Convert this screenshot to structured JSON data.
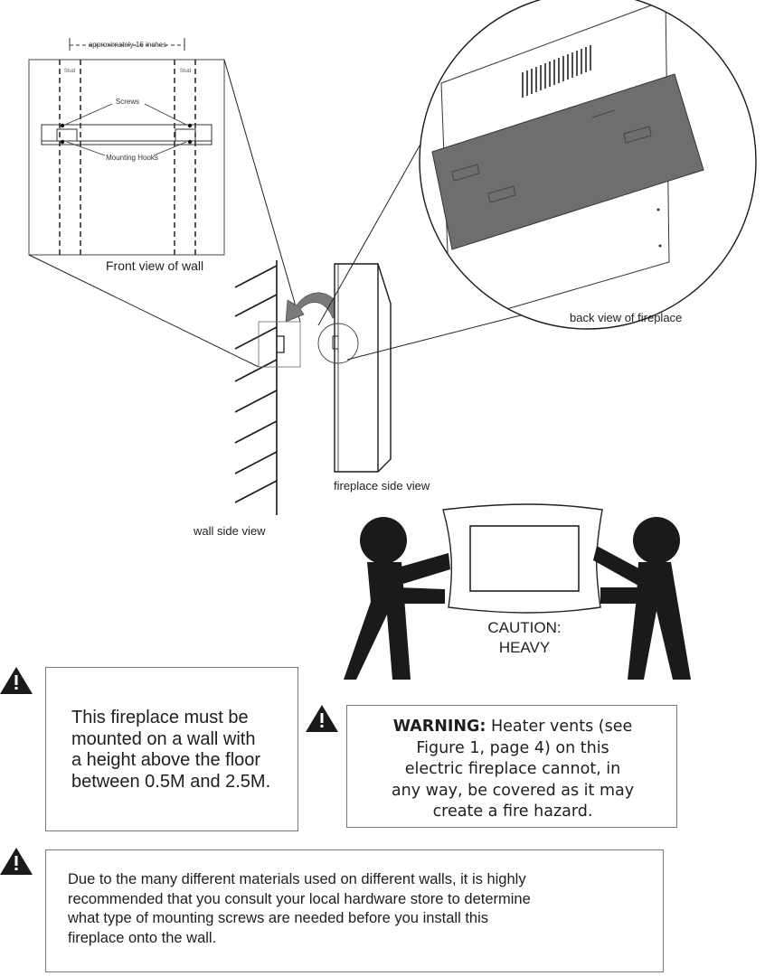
{
  "wall_front": {
    "dimension_label": "approximately 16 inches",
    "stud_left_label": "Stud",
    "stud_right_label": "Stud",
    "screws_label": "Screws",
    "hooks_label": "Mounting Hooks",
    "caption": "Front view of wall"
  },
  "back_view_caption": "back view of fireplace",
  "fireplace_side_caption": "fireplace side view",
  "wall_side_caption": "wall side view",
  "caution_line1": "CAUTION:",
  "caution_line2": "HEAVY",
  "notice_height": {
    "line1": "This fireplace must be",
    "line2": "mounted on a wall with",
    "line3": "a height above the floor",
    "line4": "between 0.5M and 2.5M."
  },
  "notice_vents": {
    "warning_label": "WARNING:",
    "text_after_label": "Heater vents (see",
    "line2": "Figure 1, page 4) on this",
    "line3": "electric fireplace cannot, in",
    "line4": "any way, be covered as it may",
    "line5": "create a fire hazard."
  },
  "notice_screws": {
    "line1": "Due to the many different materials used on different walls, it is highly",
    "line2": "recommended that you consult your local hardware store to determine",
    "line3": "what type of mounting screws are needed before you install this",
    "line4": "fireplace onto the wall."
  },
  "colors": {
    "line": "#1a1a1a",
    "panel_gray": "#6e6e6e",
    "arrow_gray": "#7a7a7a",
    "warning_fill": "#1a1a1a"
  }
}
